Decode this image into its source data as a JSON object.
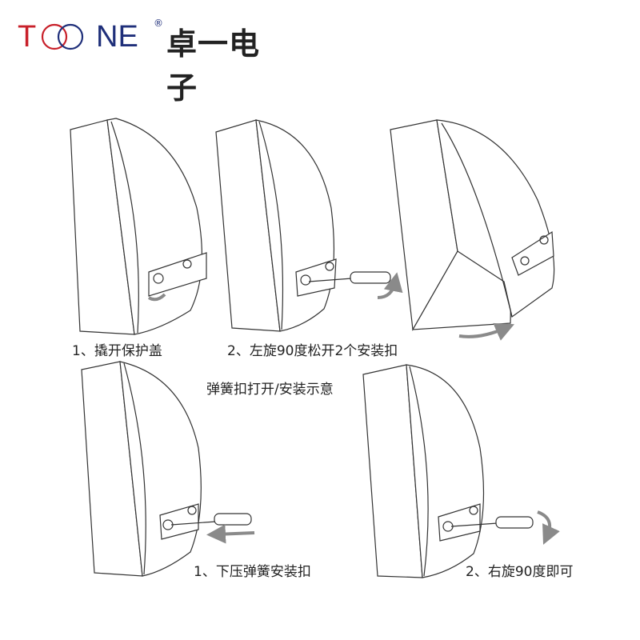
{
  "logo": {
    "brand_first": "T",
    "brand_last": "NE",
    "registered": "®",
    "chinese_name": "卓一电子",
    "colors": {
      "red": "#c8202a",
      "blue": "#1f2f7a"
    }
  },
  "captions": {
    "step1": "1、撬开保护盖",
    "step2": "2、左旋90度松开2个安装扣",
    "center_title": "弹簧扣打开/安装示意",
    "step3": "1、下压弹簧安装扣",
    "step4": "2、右旋90度即可"
  },
  "colors": {
    "line": "#333333",
    "arrow": "#8a8a8a"
  }
}
